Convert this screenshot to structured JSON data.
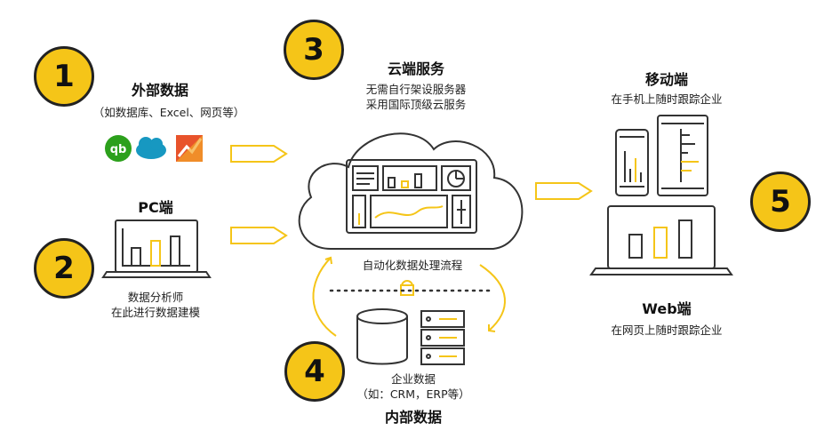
{
  "badges": {
    "b1": "1",
    "b2": "2",
    "b3": "3",
    "b4": "4",
    "b5": "5"
  },
  "external": {
    "title": "外部数据",
    "subtitle": "（如数据库、Excel、网页等）"
  },
  "pc": {
    "title": "PC端",
    "line1": "数据分析师",
    "line2": "在此进行数据建模"
  },
  "cloud": {
    "title": "云端服务",
    "line1": "无需自行架设服务器",
    "line2": "采用国际顶级云服务"
  },
  "automation": {
    "label": "自动化数据处理流程"
  },
  "enterprise": {
    "line1": "企业数据",
    "line2": "（如：CRM，ERP等）",
    "title": "内部数据"
  },
  "mobile": {
    "title": "移动端",
    "subtitle": "在手机上随时跟踪企业"
  },
  "web": {
    "title": "Web端",
    "subtitle": "在网页上随时跟踪企业"
  },
  "icons": [
    "quickbooks-icon",
    "salesforce-icon",
    "analytics-icon"
  ],
  "colors": {
    "accent": "#f5c518",
    "stroke": "#333333",
    "qb_green": "#2ca01c",
    "sf_blue": "#1798c1",
    "orange": "#e8532b"
  }
}
